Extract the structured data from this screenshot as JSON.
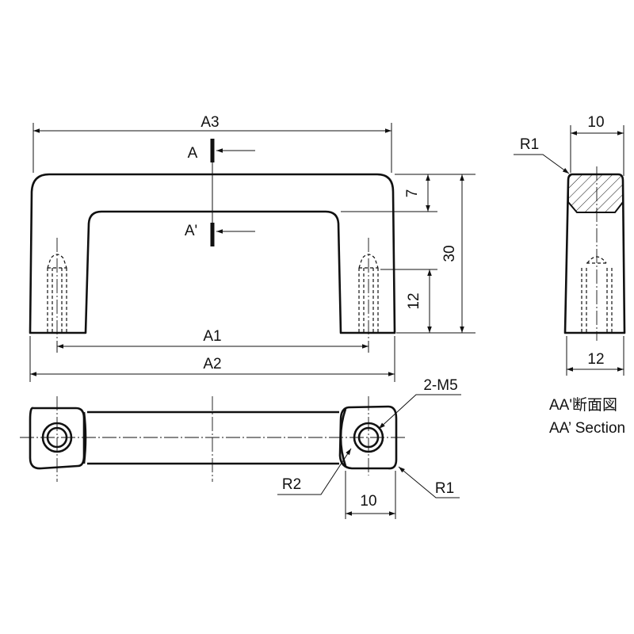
{
  "front_view": {
    "dim_a3": "A3",
    "dim_a1": "A1",
    "dim_a2": "A2",
    "dim_height_top": "7",
    "dim_height_total": "30",
    "dim_hole_depth": "12",
    "section_mark_a": "A",
    "section_mark_a_prime": "A'"
  },
  "bottom_view": {
    "thread_label": "2-M5",
    "radius_inner": "R2",
    "radius_outer": "R1",
    "dim_width": "10"
  },
  "section_view": {
    "dim_top_width": "10",
    "dim_bottom_width": "12",
    "radius": "R1",
    "caption_jp": "AA'断面図",
    "caption_en": "AA’ Section"
  }
}
